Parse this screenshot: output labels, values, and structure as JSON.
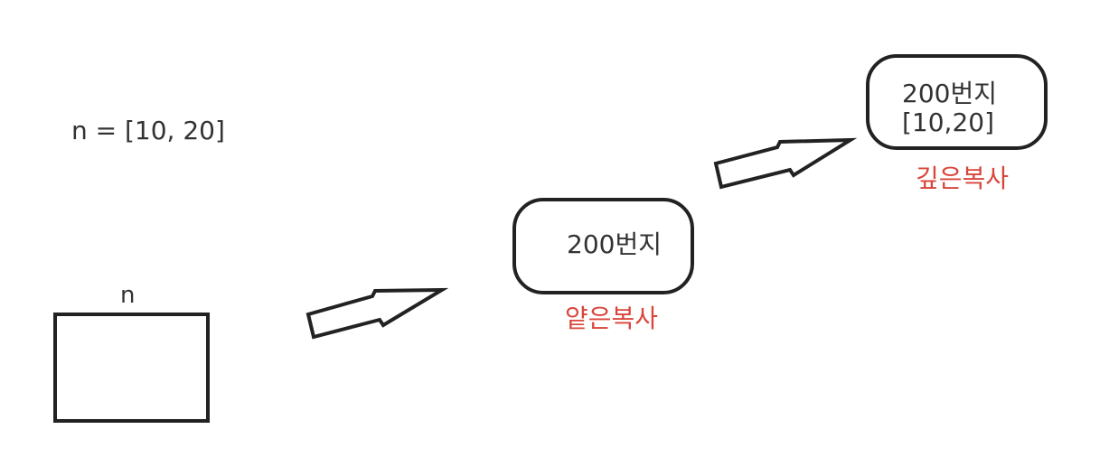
{
  "code": {
    "assignment": "n = [10, 20]"
  },
  "variable": {
    "label": "n"
  },
  "shallow": {
    "address": "200번지",
    "caption": "얕은복사"
  },
  "deep": {
    "address": "200번지",
    "value": "[10,20]",
    "caption": "깊은복사"
  },
  "colors": {
    "text": "#333333",
    "caption": "#d9453a",
    "stroke": "#222222"
  }
}
